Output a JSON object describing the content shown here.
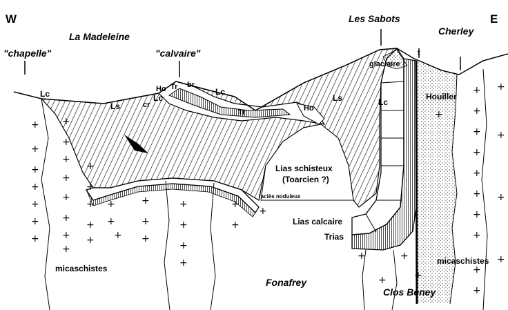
{
  "orientation": {
    "west": "W",
    "east": "E"
  },
  "places": {
    "la_madeleine": "La Madeleine",
    "chapelle": "\"chapelle\"",
    "calvaire": "\"calvaire\"",
    "les_sabots": "Les Sabots",
    "cherley": "Cherley",
    "fonafrey": "Fonafrey",
    "clos_beney": "Clos Beney"
  },
  "formations": {
    "lc_west": "Lc",
    "lc_calvaire": "Lc",
    "lc_ridge": "Lc",
    "lc_east": "Lc",
    "ls_west": "Ls",
    "ls_east": "Ls",
    "cr": "cr",
    "ho_calvaire": "Ho",
    "ho_east": "Ho",
    "tr_calvaire": "Tr",
    "tr_inner": "Tr",
    "br": "br",
    "glaciaire": "glaciaire",
    "t": "t",
    "houiller": "Houiller",
    "lias_schisteux": "Lias schisteux",
    "toarcien": "(Toarcien ?)",
    "facies_noduleux": "faciès noduleux",
    "lias_calcaire": "Lias calcaire",
    "trias": "Trias",
    "micaschistes_west": "micaschistes",
    "micaschistes_east": "micaschistes"
  }
}
